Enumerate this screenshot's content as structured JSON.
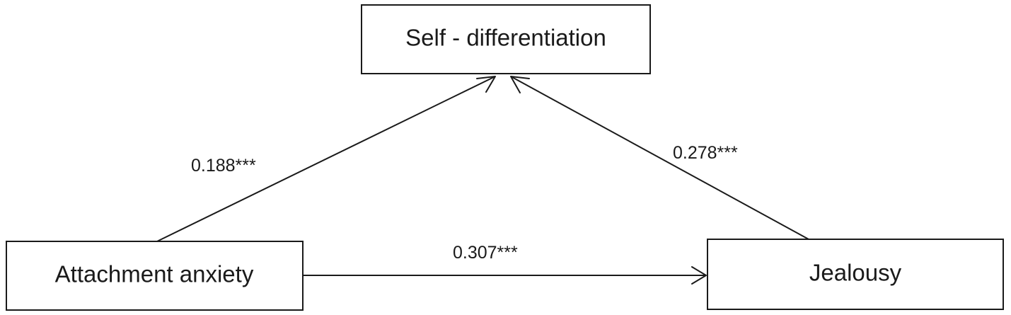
{
  "nodes": {
    "self_differentiation": {
      "label": "Self - differentiation"
    },
    "attachment_anxiety": {
      "label": "Attachment anxiety"
    },
    "jealousy": {
      "label": "Jealousy"
    }
  },
  "edges": {
    "anxiety_to_selfdiff": {
      "from": "attachment_anxiety",
      "to": "self_differentiation",
      "label": "0.188***"
    },
    "jealousy_to_selfdiff": {
      "from": "jealousy",
      "to": "self_differentiation",
      "label": "0.278***"
    },
    "anxiety_to_jealousy": {
      "from": "attachment_anxiety",
      "to": "jealousy",
      "label": "0.307***"
    }
  },
  "colors": {
    "stroke": "#1a1a1a",
    "background": "#ffffff"
  }
}
